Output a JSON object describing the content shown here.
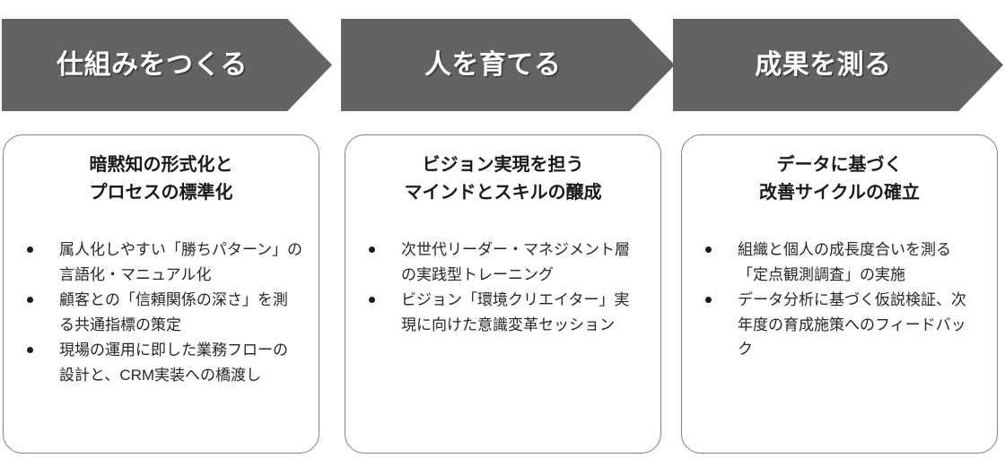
{
  "diagram": {
    "type": "three-stage-process",
    "accent_color": "#636363",
    "card_border_color": "#808080",
    "text_color": "#262626",
    "banner_text_color": "#ffffff",
    "stages": [
      {
        "banner_label": "仕組みをつくる",
        "card_title": "暗黙知の形式化と\nプロセスの標準化",
        "bullets": [
          "属人化しやすい「勝ちパターン」の言語化・マニュアル化",
          "顧客との「信頼関係の深さ」を測る共通指標の策定",
          "現場の運用に即した業務フローの設計と、CRM実装への橋渡し"
        ]
      },
      {
        "banner_label": "人を育てる",
        "card_title": "ビジョン実現を担う\nマインドとスキルの醸成",
        "bullets": [
          "次世代リーダー・マネジメント層の実践型トレーニング",
          "ビジョン「環境クリエイター」実現に向けた意識変革セッション"
        ]
      },
      {
        "banner_label": "成果を測る",
        "card_title": "データに基づく\n改善サイクルの確立",
        "bullets": [
          "組織と個人の成長度合いを測る「定点観測調査」の実施",
          "データ分析に基づく仮説検証、次年度の育成施策へのフィードバック"
        ]
      }
    ]
  }
}
